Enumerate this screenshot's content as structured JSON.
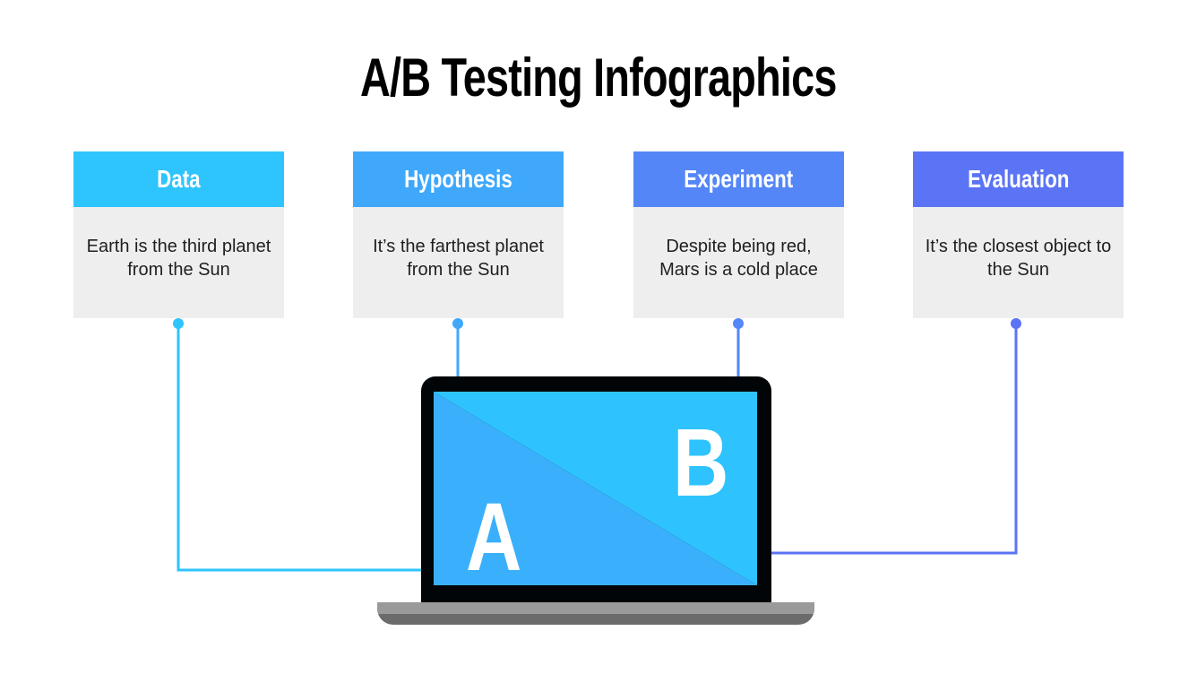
{
  "title": "A/B Testing Infographics",
  "steps": [
    {
      "label": "Data",
      "text": "Earth is the third planet from the Sun",
      "color": "#2ec4fd"
    },
    {
      "label": "Hypothesis",
      "text": "It’s the farthest planet from the Sun",
      "color": "#3fa8fb"
    },
    {
      "label": "Experiment",
      "text": "Despite being red, Mars is a cold place",
      "color": "#5486f7"
    },
    {
      "label": "Evaluation",
      "text": "It’s the closest object to the Sun",
      "color": "#5b74f5"
    }
  ],
  "laptop": {
    "screen_letters": {
      "a": "A",
      "b": "B"
    },
    "screen_colors": {
      "variant_a": "#3ab0fc",
      "variant_b": "#2ec3fe"
    },
    "frame_color": "#020507",
    "base_colors": {
      "top": "#9a9a9a",
      "bottom": "#6b6b6b"
    }
  }
}
